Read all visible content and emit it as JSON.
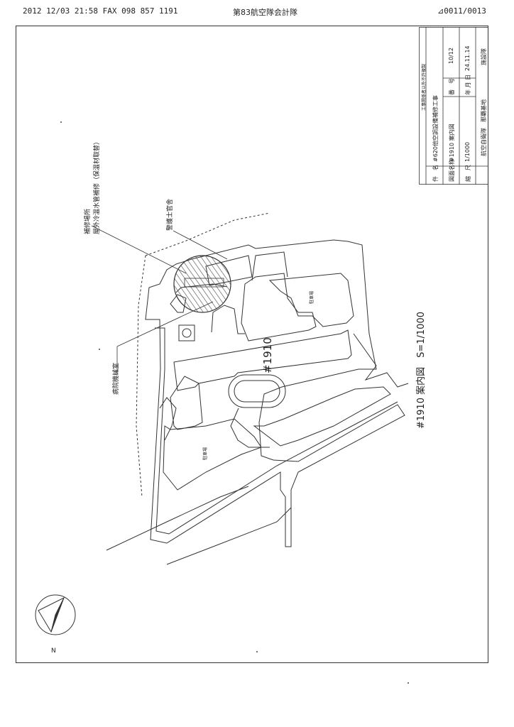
{
  "fax_header": {
    "datetime_fax": "2012 12/03 21:58 FAX 098 857 1191",
    "sender": "第83航空隊会計隊",
    "page": "⊿0011/0013"
  },
  "title_block": {
    "banner": "工事関係者以外不許複製",
    "rows": [
      {
        "label": "件　名",
        "value": "#620他空調設備補修工事"
      },
      {
        "label": "図面名称",
        "value": "#1910 案内図",
        "label2": "番　号",
        "value2": "10/12"
      },
      {
        "label": "縮　尺",
        "value": "1/1000",
        "label2": "年 月 日",
        "value2": "24.11.14"
      },
      {
        "label": "",
        "value": "航空自衛隊　那覇基地",
        "label2": "",
        "value2": "施設隊"
      }
    ]
  },
  "drawing": {
    "main_title": "#1910 案内図　S=1/1000",
    "building_label": "#1910",
    "callout_repair": {
      "line1": "補修場所",
      "line2": "屋外冷温水管補修（保温材取替）"
    },
    "callout_guard": "警護士官舎",
    "callout_hospital": "病院機械室",
    "parking_1": "駐車場",
    "parking_2": "駐車場",
    "north_label": "N"
  },
  "colors": {
    "ink": "#222222",
    "line": "#333333",
    "hatch": "#444444"
  }
}
